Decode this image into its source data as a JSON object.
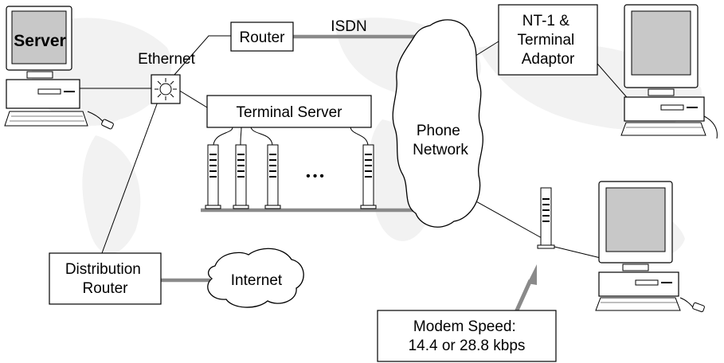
{
  "labels": {
    "server": "Server",
    "ethernet": "Ethernet",
    "router": "Router",
    "isdn": "ISDN",
    "nt1_line1": "NT-1 &",
    "nt1_line2": "Terminal",
    "nt1_line3": "Adaptor",
    "terminal_server": "Terminal Server",
    "ellipsis": "•••",
    "phone_line1": "Phone",
    "phone_line2": "Network",
    "distribution_line1": "Distribution",
    "distribution_line2": "Router",
    "internet": "Internet",
    "modem_speed_line1": "Modem Speed:",
    "modem_speed_line2": "14.4 or 28.8 kbps"
  },
  "colors": {
    "line": "#000000",
    "thick_link": "#8a8a8a",
    "screen": "#c8c8c8",
    "background_map": "#f1f1f1"
  }
}
